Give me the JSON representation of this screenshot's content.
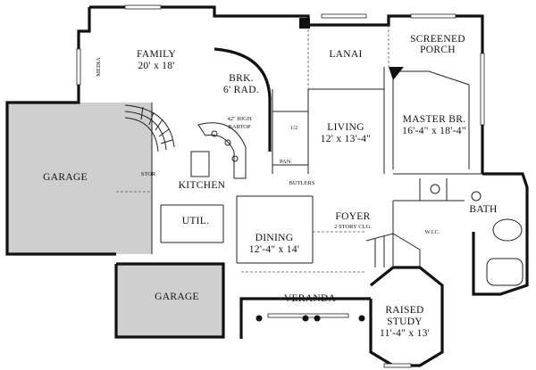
{
  "rooms": {
    "family_name": "FAMILY",
    "family_size": "20' x 18'",
    "media": "MEDIA",
    "brk_name": "BRK.",
    "brk_size": "6' RAD.",
    "lanai": "LANAI",
    "screened_1": "SCREENED",
    "screened_2": "PORCH",
    "bartop_1": "42\" HIGH",
    "bartop_2": "BARTOP",
    "half_bath": "1/2",
    "living_name": "LIVING",
    "living_size": "12' x 13'-4\"",
    "master_name": "MASTER BR.",
    "master_size": "16'-4\" x 18'-4\"",
    "garage_top": "GARAGE",
    "stor": "STOR",
    "pan": "PAN.",
    "kitchen": "KITCHEN",
    "butlers": "BUTLERS",
    "bath": "BATH",
    "util": "UTIL.",
    "foyer_name": "FOYER",
    "foyer_note": "2 STORY CLG.",
    "dining_name": "DINING",
    "dining_size": "12'-4\" x 14'",
    "wic": "W.I.C.",
    "garage_bottom": "GARAGE",
    "veranda": "VERANDA",
    "study_1": "RAISED",
    "study_2": "STUDY",
    "study_size": "11'-4\" x 13'"
  }
}
